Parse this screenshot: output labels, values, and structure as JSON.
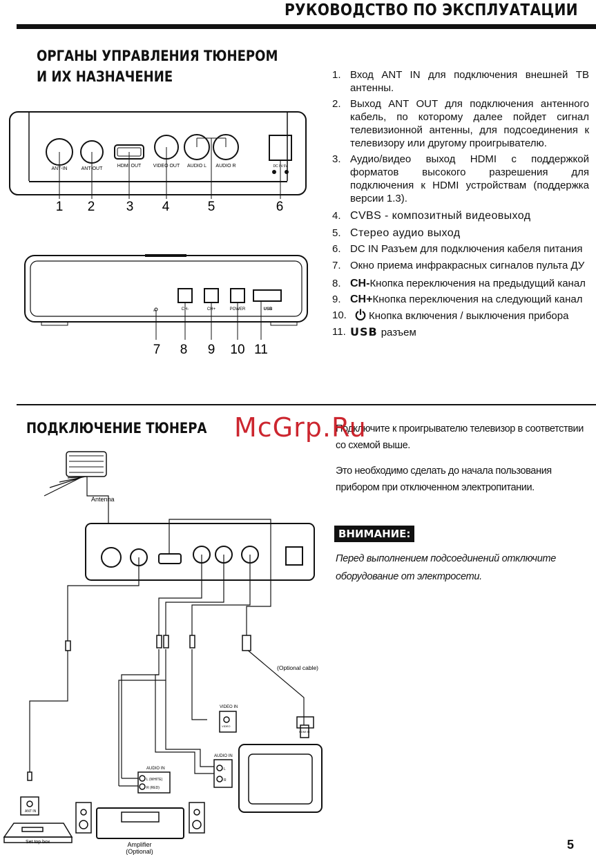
{
  "header": {
    "title": "РУКОВОДСТВО ПО ЭКСПЛУАТАЦИИ"
  },
  "section1": {
    "title_line1": "ОРГАНЫ  УПРАВЛЕНИЯ  ТЮНЕРОМ",
    "title_line2": "И ИХ НАЗНАЧЕНИЕ"
  },
  "rear_panel": {
    "labels": [
      "ANT-IN",
      "ANT-OUT",
      "HDMI OUT",
      "VIDEO OUT",
      "AUDIO L",
      "AUDIO R",
      "DC IN 5V"
    ],
    "numbers": [
      "1",
      "2",
      "3",
      "4",
      "5",
      "6"
    ]
  },
  "front_panel": {
    "labels": [
      "CH-",
      "CH+",
      "POWER",
      "USB"
    ],
    "ir_label": "IR",
    "numbers": [
      "7",
      "8",
      "9",
      "10",
      "11"
    ]
  },
  "features": [
    {
      "num": "1.",
      "text": "Вход ANT IN для подключения внешней ТВ антенны."
    },
    {
      "num": "2.",
      "text": "Выход ANT OUT для подключения антенного кабель, по которому далее пойдет сигнал телевизионной антенны, для подсоединения к телевизору или другому проигрывателю."
    },
    {
      "num": "3.",
      "text": "Аудио/видео выход HDMI с поддержкой форматов высокого разрешения для подключения к HDMI устройствам (поддержка версии 1.3)."
    },
    {
      "num": "4.",
      "text": "CVBS - композитный видеовыход"
    },
    {
      "num": "5.",
      "text": "Стерео аудио выход"
    },
    {
      "num": "6.",
      "text": "DC IN Разъем для подключения кабеля питания"
    },
    {
      "num": "7.",
      "text": "Окно приема инфракрасных сигналов пульта ДУ"
    },
    {
      "num": "8.",
      "key": "CH-",
      "text": "Кнопка переключения на предыдущий канал"
    },
    {
      "num": "9.",
      "key": "CH+",
      "text": "Кнопка переключения на следующий канал"
    },
    {
      "num": "10.",
      "icon": "power-icon",
      "text": "Кнопка включения / выключения прибора"
    },
    {
      "num": "11.",
      "key": "USB",
      "text": "разъем"
    }
  ],
  "section2": {
    "title": "ПОДКЛЮЧЕНИЕ ТЮНЕРА",
    "para1": "Подключите к проигрывателю телевизор в соответствии со схемой выше.",
    "para2": "Это необходимо сделать до начала пользования прибором при отключенном электропитании.",
    "warning_label": "ВНИМАНИЕ:",
    "warning_text": "Перед выполнением подсоединений отключите оборудование от электросети."
  },
  "diagram": {
    "antenna": "Antenna",
    "optional_cable": "(Optional cable)",
    "video_in": "VIDEO IN",
    "video": "VIDEO",
    "audio_in": "AUDIO IN",
    "audio_in_2": "AUDIO IN",
    "l_white": "L (WHITE)",
    "r_red": "R (RED)",
    "l": "L",
    "r": "R",
    "hdmi_in": "HDMI IN",
    "ant_in": "ANT IN",
    "set_top_box": "Set top box",
    "amplifier": "Amplifier",
    "optional": "(Optional)"
  },
  "watermark": "McGrp.Ru",
  "page_number": "5"
}
